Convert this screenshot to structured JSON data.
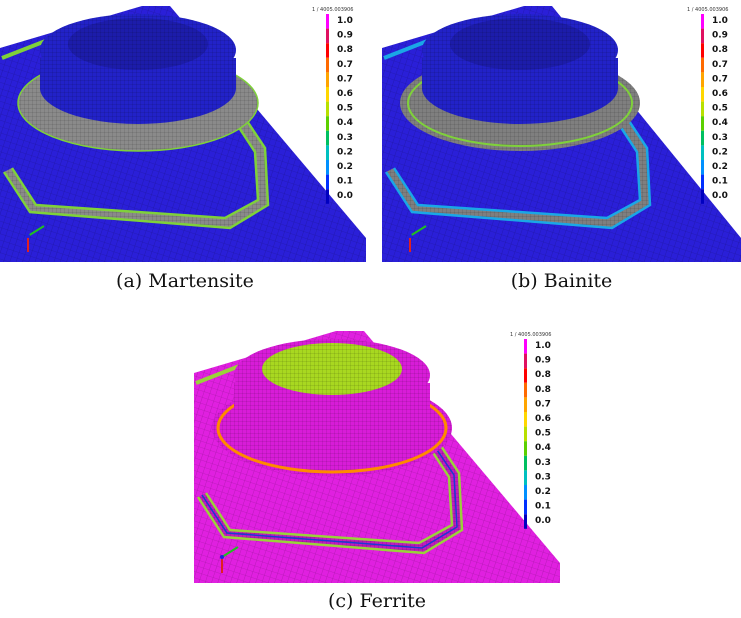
{
  "figures": [
    {
      "caption": "(a) Martensite",
      "header": "1 / 4005.003906",
      "legend_values": [
        "1.0",
        "0.9",
        "0.8",
        "0.7",
        "0.7",
        "0.6",
        "0.5",
        "0.4",
        "0.3",
        "0.2",
        "0.2",
        "0.1",
        "0.0"
      ],
      "colors": {
        "base": "#2a1fd8",
        "boss": "#2222c8",
        "bevel": "#8a8a8a",
        "channel_edge": "#7fd13a",
        "channel_floor": "#8a8a8a"
      }
    },
    {
      "caption": "(b) Bainite",
      "header": "1 / 4005.003906",
      "legend_values": [
        "1.0",
        "0.9",
        "0.8",
        "0.7",
        "0.7",
        "0.6",
        "0.5",
        "0.4",
        "0.3",
        "0.2",
        "0.2",
        "0.1",
        "0.0"
      ],
      "colors": {
        "base": "#2a1fd8",
        "boss": "#2222c8",
        "bevel": "#7f7f7f",
        "channel_edge": "#1aa7e6",
        "channel_floor": "#7f7f7f"
      }
    },
    {
      "caption": "(c) Ferrite",
      "header": "1 / 4005.003906",
      "legend_values": [
        "1.0",
        "0.9",
        "0.8",
        "0.8",
        "0.7",
        "0.6",
        "0.5",
        "0.4",
        "0.3",
        "0.3",
        "0.2",
        "0.1",
        "0.0"
      ],
      "colors": {
        "base": "#e020e0",
        "boss": "#d81cd8",
        "bevel": "#d81cd8",
        "channel_edge": "#9ad23a",
        "channel_floor": "#c01cc0"
      }
    }
  ],
  "legend_colors": [
    "#ff00ff",
    "#e01060",
    "#ff0000",
    "#ff6a00",
    "#ffa500",
    "#ffd700",
    "#b8e000",
    "#5cd000",
    "#00c060",
    "#00c0c0",
    "#0090ff",
    "#0030ff",
    "#0000c0"
  ]
}
